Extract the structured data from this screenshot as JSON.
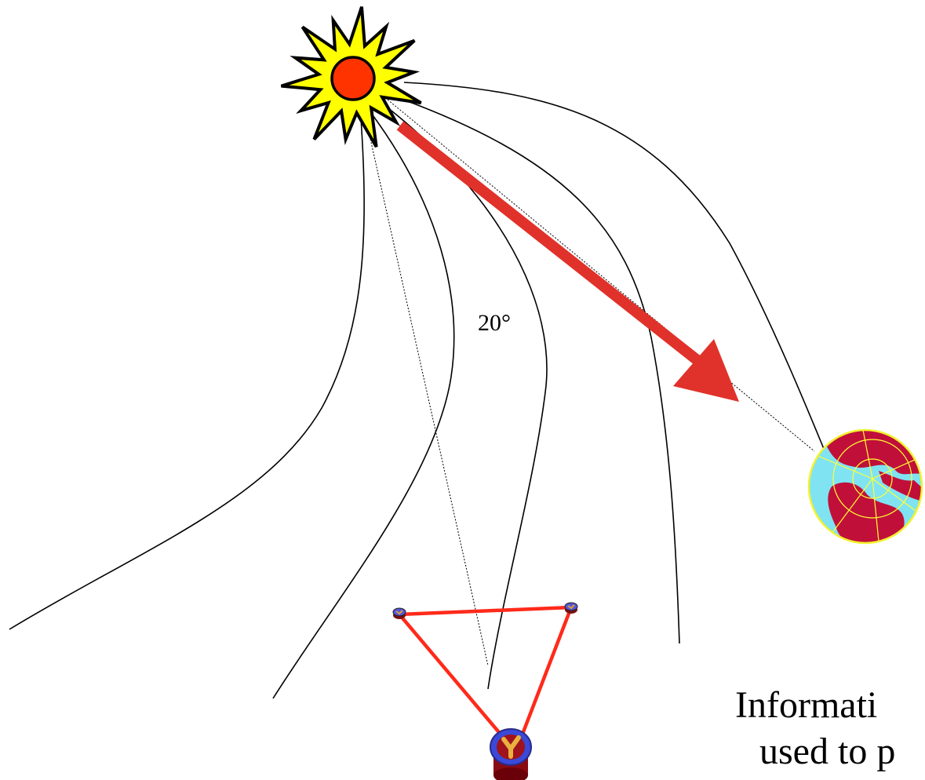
{
  "diagram": {
    "angle_label": "20°",
    "caption_lines": [
      "Informati",
      "used to p"
    ],
    "colors": {
      "sun_star": "#ffff00",
      "sun_core": "#ff3300",
      "arrow": "#e0322a",
      "constellation": "#ff2a1a",
      "earth_ocean": "#7fe3f2",
      "earth_land": "#c0103a",
      "earth_grid": "#ffff33"
    },
    "icons": [
      "sun-burst-icon",
      "earth-globe-icon",
      "spacecraft-icon"
    ]
  }
}
